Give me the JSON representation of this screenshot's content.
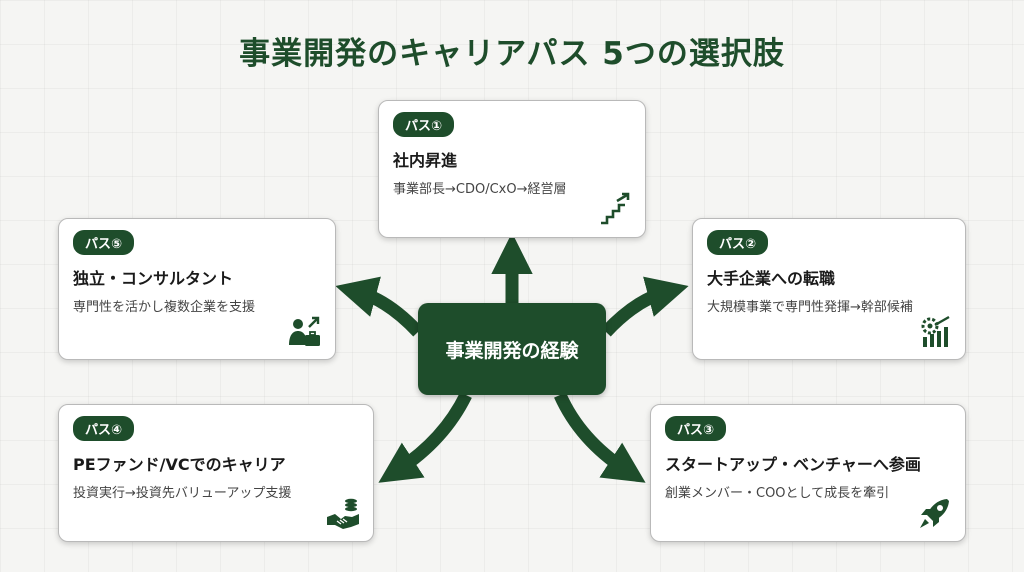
{
  "title": "事業開発のキャリアパス 5つの選択肢",
  "center": "事業開発の経験",
  "colors": {
    "primary": "#1e4d2b",
    "card_bg": "#ffffff",
    "text": "#1a1a1a"
  },
  "paths": [
    {
      "badge": "パス①",
      "title": "社内昇進",
      "desc": "事業部長→CDO/CxO→経営層",
      "icon": "stairs-icon"
    },
    {
      "badge": "パス②",
      "title": "大手企業への転職",
      "desc": "大規模事業で専門性発揮→幹部候補",
      "icon": "gear-chart-icon"
    },
    {
      "badge": "パス③",
      "title": "スタートアップ・ベンチャーへ参画",
      "desc": "創業メンバー・COOとして成長を牽引",
      "icon": "rocket-icon"
    },
    {
      "badge": "パス④",
      "title": "PEファンド/VCでのキャリア",
      "desc": "投資実行→投資先バリューアップ支援",
      "icon": "handshake-coins-icon"
    },
    {
      "badge": "パス⑤",
      "title": "独立・コンサルタント",
      "desc": "専門性を活かし複数企業を支援",
      "icon": "consultant-icon"
    }
  ]
}
